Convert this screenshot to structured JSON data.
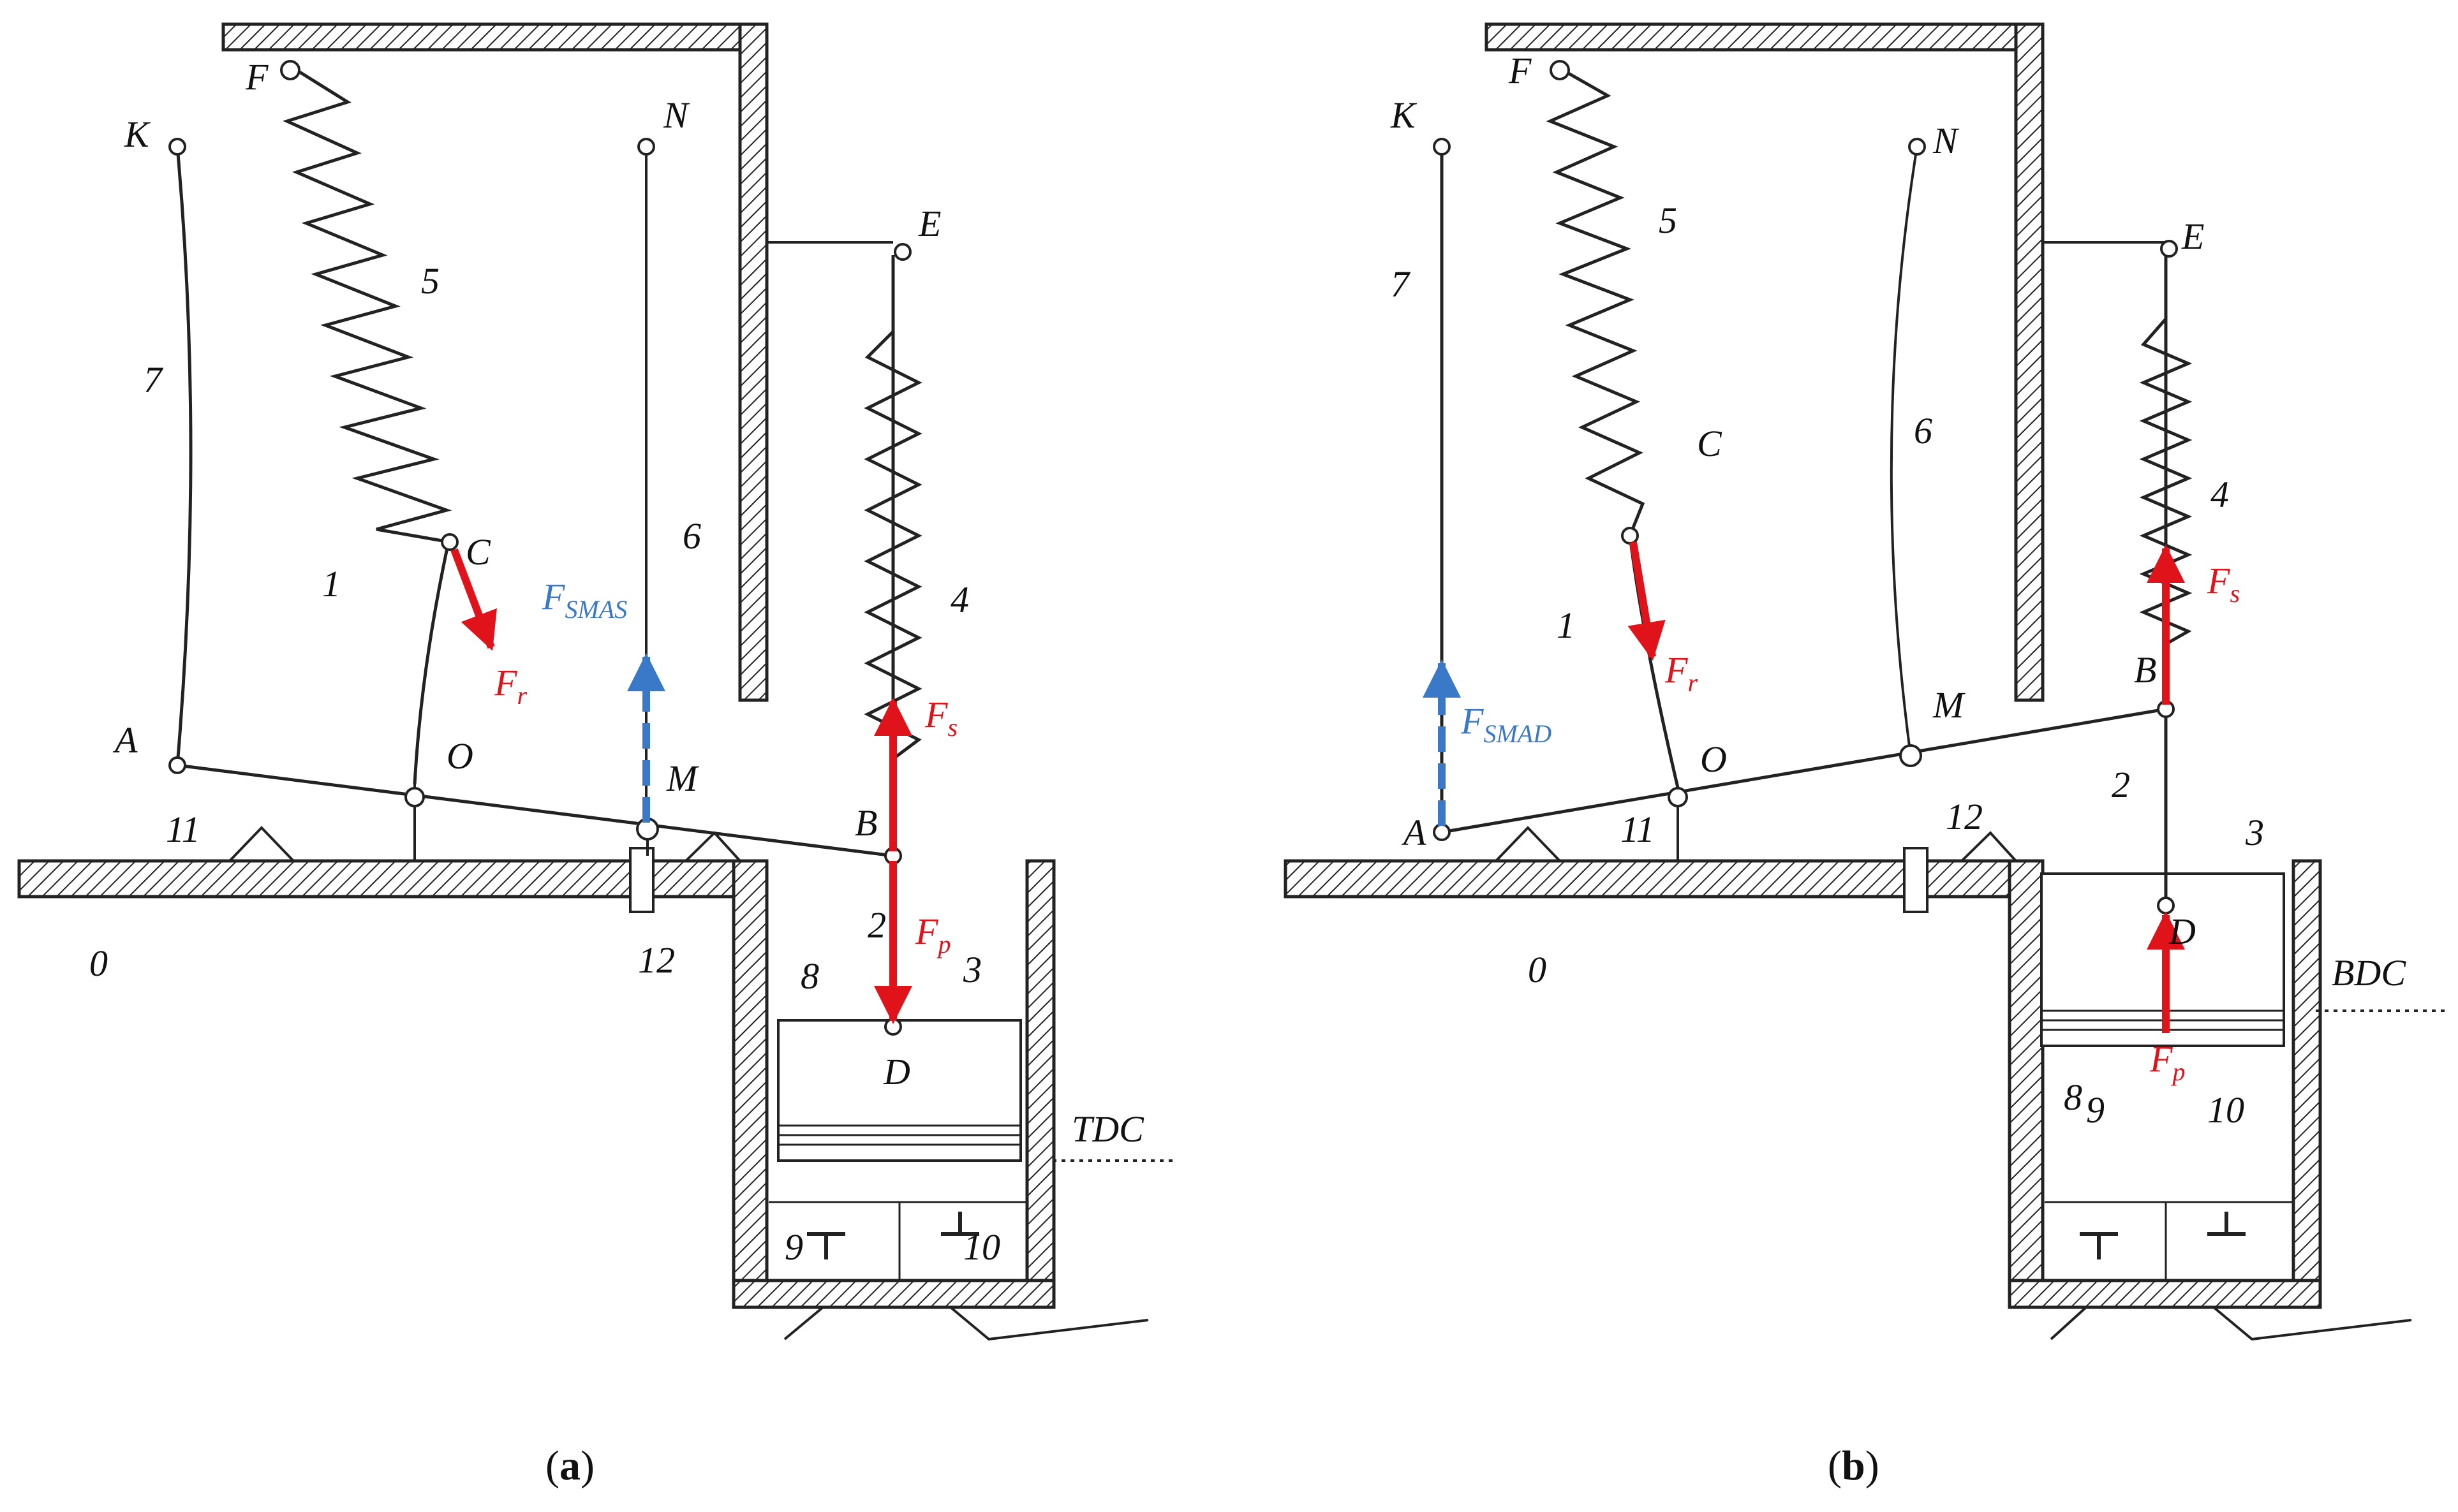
{
  "panels": [
    {
      "caption_open": "(",
      "caption_letter": "a",
      "caption_close": ")",
      "points": {
        "K": "K",
        "F": "F",
        "N": "N",
        "E": "E",
        "A": "A",
        "O": "O",
        "M": "M",
        "B": "B",
        "C": "C",
        "D": "D"
      },
      "parts": {
        "p0": "0",
        "p1": "1",
        "p2": "2",
        "p3": "3",
        "p4": "4",
        "p5": "5",
        "p6": "6",
        "p7": "7",
        "p8": "8",
        "p9": "9",
        "p10": "10",
        "p11": "11",
        "p12": "12"
      },
      "forces": {
        "fr": {
          "main": "F",
          "sub": "r"
        },
        "fs": {
          "main": "F",
          "sub": "s"
        },
        "fp": {
          "main": "F",
          "sub": "p"
        },
        "fsma": {
          "main": "F",
          "sub": "SMAS"
        }
      },
      "dead_center": "TDC"
    },
    {
      "caption_open": "(",
      "caption_letter": "b",
      "caption_close": ")",
      "points": {
        "K": "K",
        "F": "F",
        "N": "N",
        "E": "E",
        "A": "A",
        "O": "O",
        "M": "M",
        "B": "B",
        "C": "C",
        "D": "D"
      },
      "parts": {
        "p0": "0",
        "p1": "1",
        "p2": "2",
        "p3": "3",
        "p4": "4",
        "p5": "5",
        "p6": "6",
        "p7": "7",
        "p8": "8",
        "p9": "9",
        "p10": "10",
        "p11": "11",
        "p12": "12"
      },
      "forces": {
        "fr": {
          "main": "F",
          "sub": "r"
        },
        "fs": {
          "main": "F",
          "sub": "s"
        },
        "fp": {
          "main": "F",
          "sub": "p"
        },
        "fsma": {
          "main": "F",
          "sub": "SMAD"
        }
      },
      "dead_center": "BDC"
    }
  ],
  "colors": {
    "force_red": "#e0121a",
    "force_blue": "#3a78c8",
    "ink": "#111111"
  }
}
